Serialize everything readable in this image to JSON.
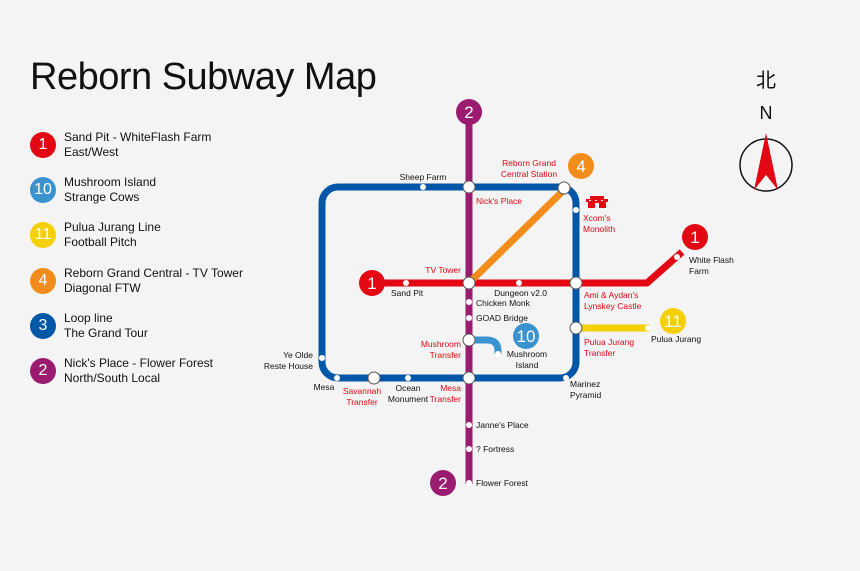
{
  "title": "Reborn Subway Map",
  "colors": {
    "red": "#e30613",
    "blue": "#0057a8",
    "magenta": "#9b1b71",
    "orange": "#f28c1a",
    "yellow": "#f5d000",
    "lightblue": "#3a93cf"
  },
  "legend": [
    {
      "num": "1",
      "color": "#e30613",
      "line1": "Sand Pit - WhiteFlash Farm",
      "line2": "East/West"
    },
    {
      "num": "10",
      "color": "#3a93cf",
      "line1": "Mushroom Island",
      "line2": "Strange Cows"
    },
    {
      "num": "11",
      "color": "#f5d000",
      "line1": "Pulua Jurang Line",
      "line2": "Football Pitch"
    },
    {
      "num": "4",
      "color": "#f28c1a",
      "line1": "Reborn Grand Central - TV Tower",
      "line2": "Diagonal FTW"
    },
    {
      "num": "3",
      "color": "#0057a8",
      "line1": "Loop line",
      "line2": "The Grand Tour"
    },
    {
      "num": "2",
      "color": "#9b1b71",
      "line1": "Nick's Place - Flower Forest",
      "line2": "North/South Local"
    }
  ],
  "map_badges": {
    "top_2": "2",
    "bottom_2": "2",
    "left_1": "1",
    "right_1": "1",
    "orange_4": "4",
    "blue_10": "10",
    "yellow_11": "11"
  },
  "stations": {
    "sheep_farm": "Sheep Farm",
    "reborn_gc_1": "Reborn Grand",
    "reborn_gc_2": "Central Station",
    "nicks_place": "Nick's Place",
    "xcom_1": "Xcom's",
    "xcom_2": "Monolith",
    "white_flash_1": "White Flash",
    "white_flash_2": "Farm",
    "tv_tower": "TV Tower",
    "sand_pit": "Sand Pit",
    "dungeon": "Dungeon v2.0",
    "ami_1": "Ami & Aydan's",
    "ami_2": "Lynskey Castle",
    "chicken_monk": "Chicken Monk",
    "goad_bridge": "GOAD Bridge",
    "mushroom_transfer_1": "Mushroom",
    "mushroom_transfer_2": "Transfer",
    "mushroom_island_1": "Mushroom",
    "mushroom_island_2": "Island",
    "pulua_transfer_1": "Pulua Jurang",
    "pulua_transfer_2": "Transfer",
    "pulua_jurang": "Pulua Jurang",
    "ye_olde_1": "Ye Olde",
    "ye_olde_2": "Reste House",
    "mesa": "Mesa",
    "savannah_1": "Savannah",
    "savannah_2": "Transfer",
    "ocean_1": "Ocean",
    "ocean_2": "Monument",
    "mesa_transfer_1": "Mesa",
    "mesa_transfer_2": "Transfer",
    "marinez_1": "Marinez",
    "marinez_2": "Pyramid",
    "jannes_place": "Janne's Place",
    "fortress": "? Fortress",
    "flower_forest": "Flower Forest"
  },
  "compass": {
    "chinese": "北",
    "letter": "N"
  }
}
